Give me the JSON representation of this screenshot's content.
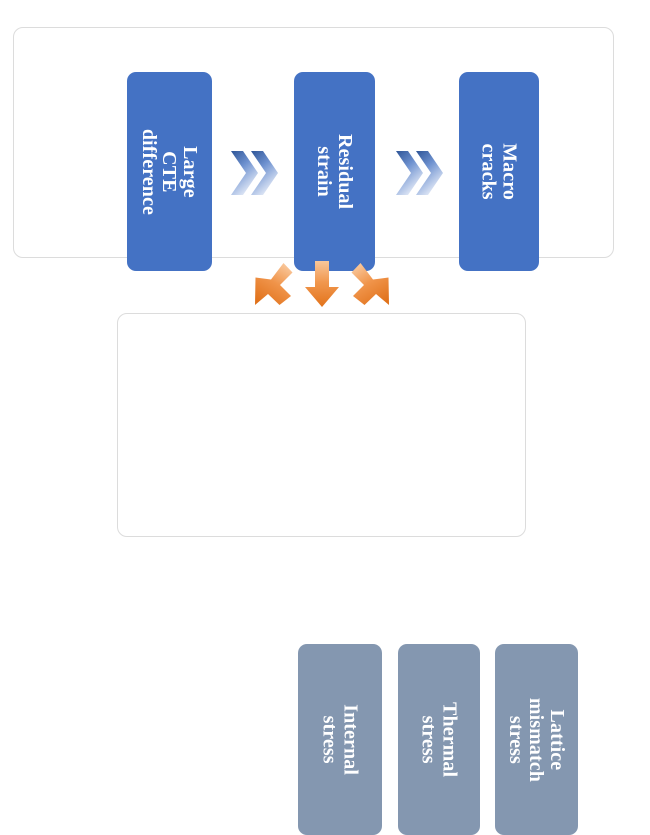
{
  "diagram": {
    "type": "flow-diagram",
    "colors": {
      "primary_box": "#4472C4",
      "secondary_box": "#8497B0",
      "panel_border": "#DCDCDC",
      "chevron_gradient_dark": "#2E5597",
      "chevron_gradient_light": "#DCE5F5",
      "arrow_gradient_light": "#F7BC8A",
      "arrow_gradient_dark": "#E4761B",
      "box_text": "#FFFFFF",
      "background": "#FFFFFF"
    },
    "causes_panel": {
      "boxes": [
        {
          "id": "large-cte-difference",
          "label": "Large CTE\ndifference",
          "style": "blue"
        },
        {
          "id": "residual-strain",
          "label": "Residual strain",
          "style": "blue"
        },
        {
          "id": "macro-cracks",
          "label": "Macro cracks",
          "style": "blue"
        }
      ],
      "connectors": [
        {
          "id": "chevron-1",
          "icon": "double-chevron-right-icon",
          "from": "large-cte-difference",
          "to": "residual-strain"
        },
        {
          "id": "chevron-2",
          "icon": "double-chevron-right-icon",
          "from": "residual-strain",
          "to": "macro-cracks"
        }
      ]
    },
    "arrows": [
      {
        "id": "arrow-down-left",
        "icon": "arrow-down-left-icon",
        "direction": "down-left"
      },
      {
        "id": "arrow-down",
        "icon": "arrow-down-icon",
        "direction": "down"
      },
      {
        "id": "arrow-down-right",
        "icon": "arrow-down-right-icon",
        "direction": "down-right"
      }
    ],
    "stresses_panel": {
      "boxes": [
        {
          "id": "internal-stress",
          "label": "Internal stress",
          "style": "slate"
        },
        {
          "id": "thermal-stress",
          "label": "Thermal stress",
          "style": "slate"
        },
        {
          "id": "lattice-mismatch-stress",
          "label": "Lattice mismatch\nstress",
          "style": "slate"
        }
      ]
    }
  }
}
